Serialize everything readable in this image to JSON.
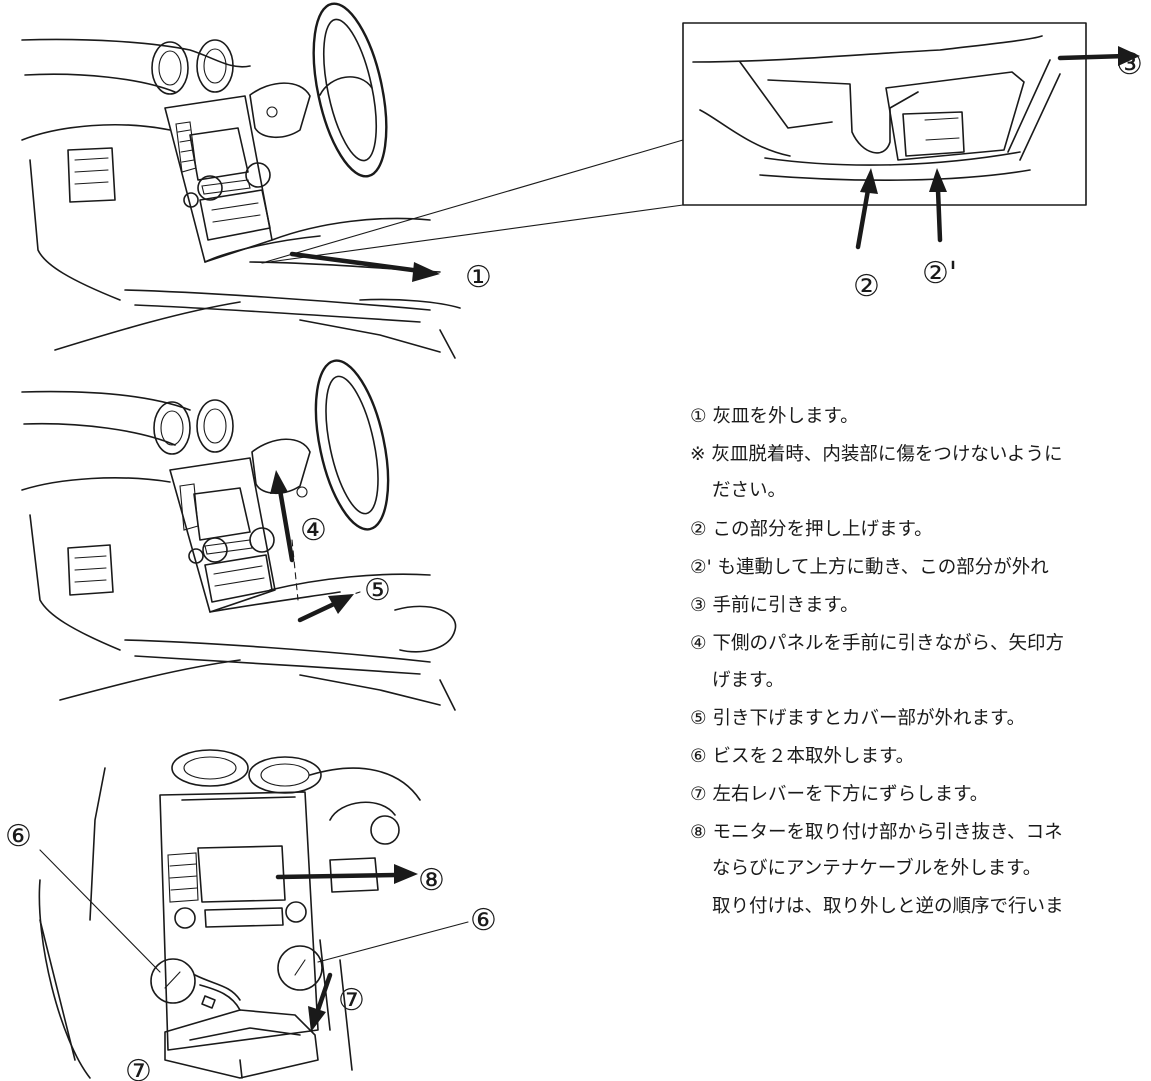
{
  "callouts": {
    "n1": "①",
    "n2": "②",
    "n2p": "②'",
    "n3": "③",
    "n4": "④",
    "n5": "⑤",
    "n6": "⑥",
    "n7": "⑦",
    "n8": "⑧"
  },
  "instructions": [
    {
      "text": "① 灰皿を外します。",
      "cont": false
    },
    {
      "text": "※ 灰皿脱着時、内装部に傷をつけないように",
      "cont": false
    },
    {
      "text": "ださい。",
      "cont": true
    },
    {
      "text": "② この部分を押し上げます。",
      "cont": false
    },
    {
      "text": "②' も連動して上方に動き、この部分が外れ",
      "cont": false
    },
    {
      "text": "③ 手前に引きます。",
      "cont": false
    },
    {
      "text": "④ 下側のパネルを手前に引きながら、矢印方",
      "cont": false
    },
    {
      "text": "げます。",
      "cont": true
    },
    {
      "text": "⑤ 引き下げますとカバー部が外れます。",
      "cont": false
    },
    {
      "text": "⑥ ビスを２本取外します。",
      "cont": false
    },
    {
      "text": "⑦ 左右レバーを下方にずらします。",
      "cont": false
    },
    {
      "text": "⑧ モニターを取り付け部から引き抜き、コネ",
      "cont": false
    },
    {
      "text": "ならびにアンテナケーブルを外します。",
      "cont": true
    },
    {
      "text": "取り付けは、取り外しと逆の順序で行いま",
      "cont": true
    }
  ]
}
